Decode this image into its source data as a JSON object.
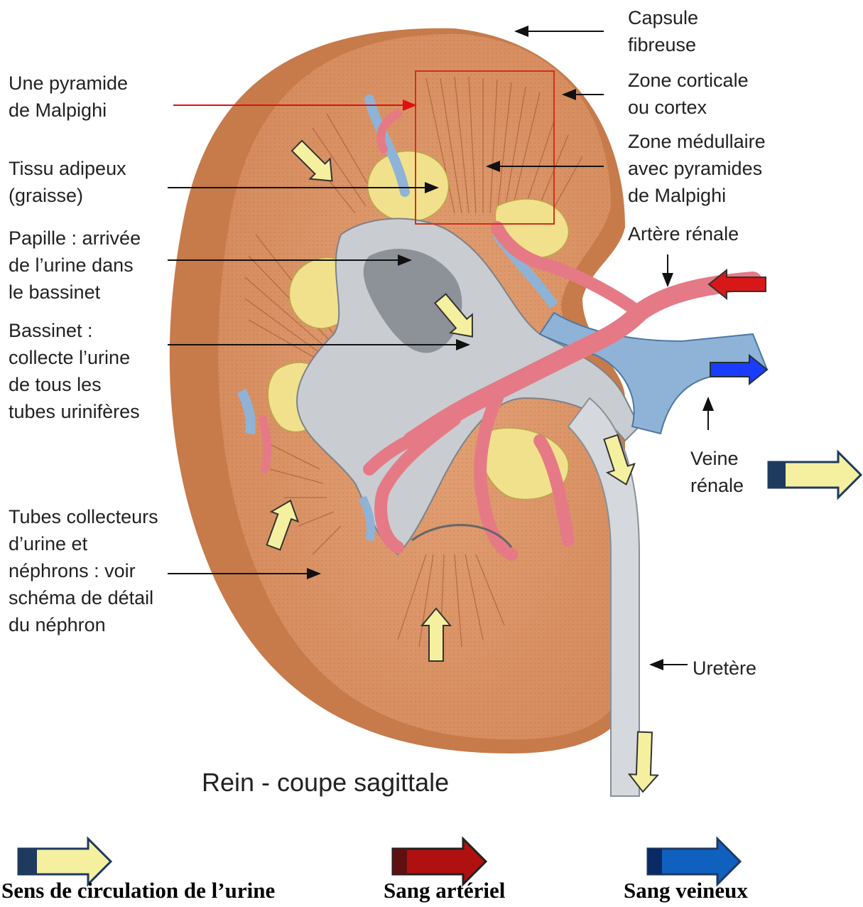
{
  "diagram": {
    "title": "Rein - coupe sagittale",
    "labels": {
      "capsule": "Capsule\nfibreuse",
      "cortex": "Zone corticale\nou cortex",
      "medulla": "Zone médullaire\navec pyramides\nde Malpighi",
      "artery": "Artère rénale",
      "vein": "Veine\nrénale",
      "ureter": "Uretère",
      "pyramid": "Une pyramide\nde Malpighi",
      "fat": "Tissu adipeux\n(graisse)",
      "papilla": "Papille : arrivée\nde l’urine  dans\nle bassinet",
      "pelvis": "Bassinet :\ncollecte l’urine\nde tous les\ntubes urinifères",
      "tubes": "Tubes collecteurs\nd’urine et\nnéphrons : voir\nschéma de détail\ndu néphron"
    }
  },
  "legend": {
    "urine": {
      "label": "Sens de circulation de l’urine",
      "color": "#f5f0a0"
    },
    "arterial": {
      "label": "Sang artériel",
      "color": "#b01010"
    },
    "venous": {
      "label": "Sang veineux",
      "color": "#1060c0"
    }
  }
}
